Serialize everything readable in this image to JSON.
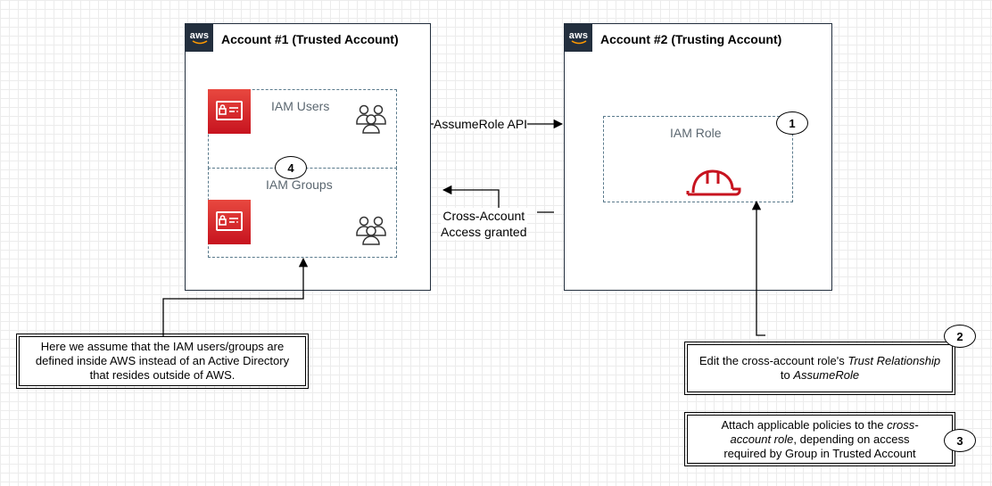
{
  "account1": {
    "logo": "aws",
    "title": "Account #1 (Trusted Account)"
  },
  "account2": {
    "logo": "aws",
    "title": "Account #2 (Trusting Account)"
  },
  "iam_users": {
    "label": "IAM Users",
    "icon": "iam-identity-icon",
    "people_icon": "users-icon"
  },
  "iam_groups": {
    "label": "IAM Groups",
    "icon": "iam-identity-icon",
    "people_icon": "users-icon"
  },
  "iam_role": {
    "label": "IAM Role",
    "icon": "hard-hat-icon"
  },
  "edges": {
    "assume_role": "AssumeRole API",
    "access_line1": "Cross-Account",
    "access_line2": "Access granted"
  },
  "badges": {
    "b1": "1",
    "b2": "2",
    "b3": "3",
    "b4": "4"
  },
  "notes": {
    "assumption": "Here we assume that the IAM users/groups are defined inside AWS instead of an Active Directory that resides outside of AWS.",
    "step2_prefix": "Edit the cross-account role's ",
    "step2_em1": "Trust Relationship",
    "step2_mid": " to ",
    "step2_em2": "AssumeRole",
    "step3_prefix": "Attach applicable policies to the ",
    "step3_em": "cross-account role",
    "step3_suffix": ", depending on access required by Group in Trusted Account"
  },
  "colors": {
    "aws_dark": "#232f3e",
    "iam_red": "#d6242d",
    "role_red": "#c7131f",
    "dashed": "#5a7a8c"
  }
}
